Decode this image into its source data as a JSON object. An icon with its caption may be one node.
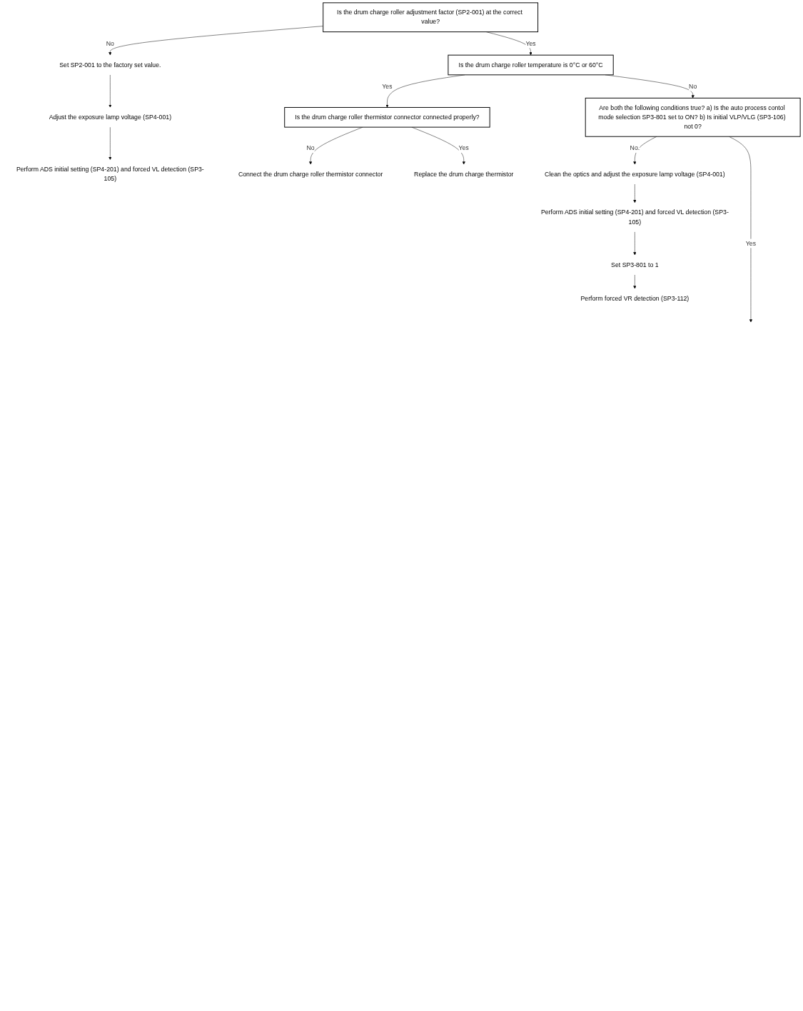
{
  "diagram": {
    "nodes": [
      {
        "text": [
          "Is the drum charge roller adjustment factor (SP2-001) at the correct value?"
        ]
      },
      {
        "text": [
          "Set SP2-001 to the factory set value."
        ]
      },
      {
        "text": [
          "Adjust the exposure lamp voltage (SP4-001)"
        ]
      },
      {
        "text": [
          "Perform ADS initial setting (SP4-201) and forced VL detection (SP3-105)"
        ]
      },
      {
        "text": [
          "Is the drum charge roller temperature is 0°C or 60°C"
        ]
      },
      {
        "text": [
          "Is the drum charge roller thermistor connector connected properly?"
        ]
      },
      {
        "text": [
          "Connect the drum charge roller thermistor connector"
        ]
      },
      {
        "text": [
          "Replace the drum charge thermistor"
        ]
      },
      {
        "text": [
          "Are both the following conditions true? a) Is the auto process contol mode selection SP3-801 set to ON? b) Is initial VLP/VLG (SP3-106) not 0?"
        ]
      },
      {
        "text": [
          "Clean the optics and adjust the exposure lamp voltage (SP4-001)"
        ]
      },
      {
        "text": [
          "Perform ADS initial setting (SP4-201) and forced VL detection (SP3-105)"
        ]
      },
      {
        "text": [
          "Set SP3-801 to 1"
        ]
      },
      {
        "text": [
          "Perform forced VR detection (SP3-112)"
        ]
      }
    ],
    "edges": [
      {
        "from": 0,
        "to": 4,
        "arrow": "to",
        "label": "Yes"
      },
      {
        "from": 0,
        "to": 1,
        "arrow": "to",
        "label": "No"
      },
      {
        "from": 1,
        "to": 2,
        "arrow": "to"
      },
      {
        "from": 2,
        "to": 3,
        "arrow": "to"
      },
      {
        "from": 4,
        "to": 8,
        "arrow": "to",
        "label": "No"
      },
      {
        "from": 4,
        "to": 5,
        "arrow": "to",
        "label": "Yes"
      },
      {
        "from": 5,
        "to": 7,
        "arrow": "to",
        "label": "Yes"
      },
      {
        "from": 5,
        "to": 6,
        "arrow": "to",
        "label": "No"
      },
      {
        "from": 8,
        "to": null,
        "arrow": "to",
        "label": "Yes"
      },
      {
        "from": 8,
        "to": 9,
        "arrow": "to",
        "label": "No."
      },
      {
        "from": 9,
        "to": 10,
        "arrow": "to"
      },
      {
        "from": 10,
        "to": 11,
        "arrow": "to"
      },
      {
        "from": 11,
        "to": 12,
        "arrow": "to"
      }
    ]
  }
}
